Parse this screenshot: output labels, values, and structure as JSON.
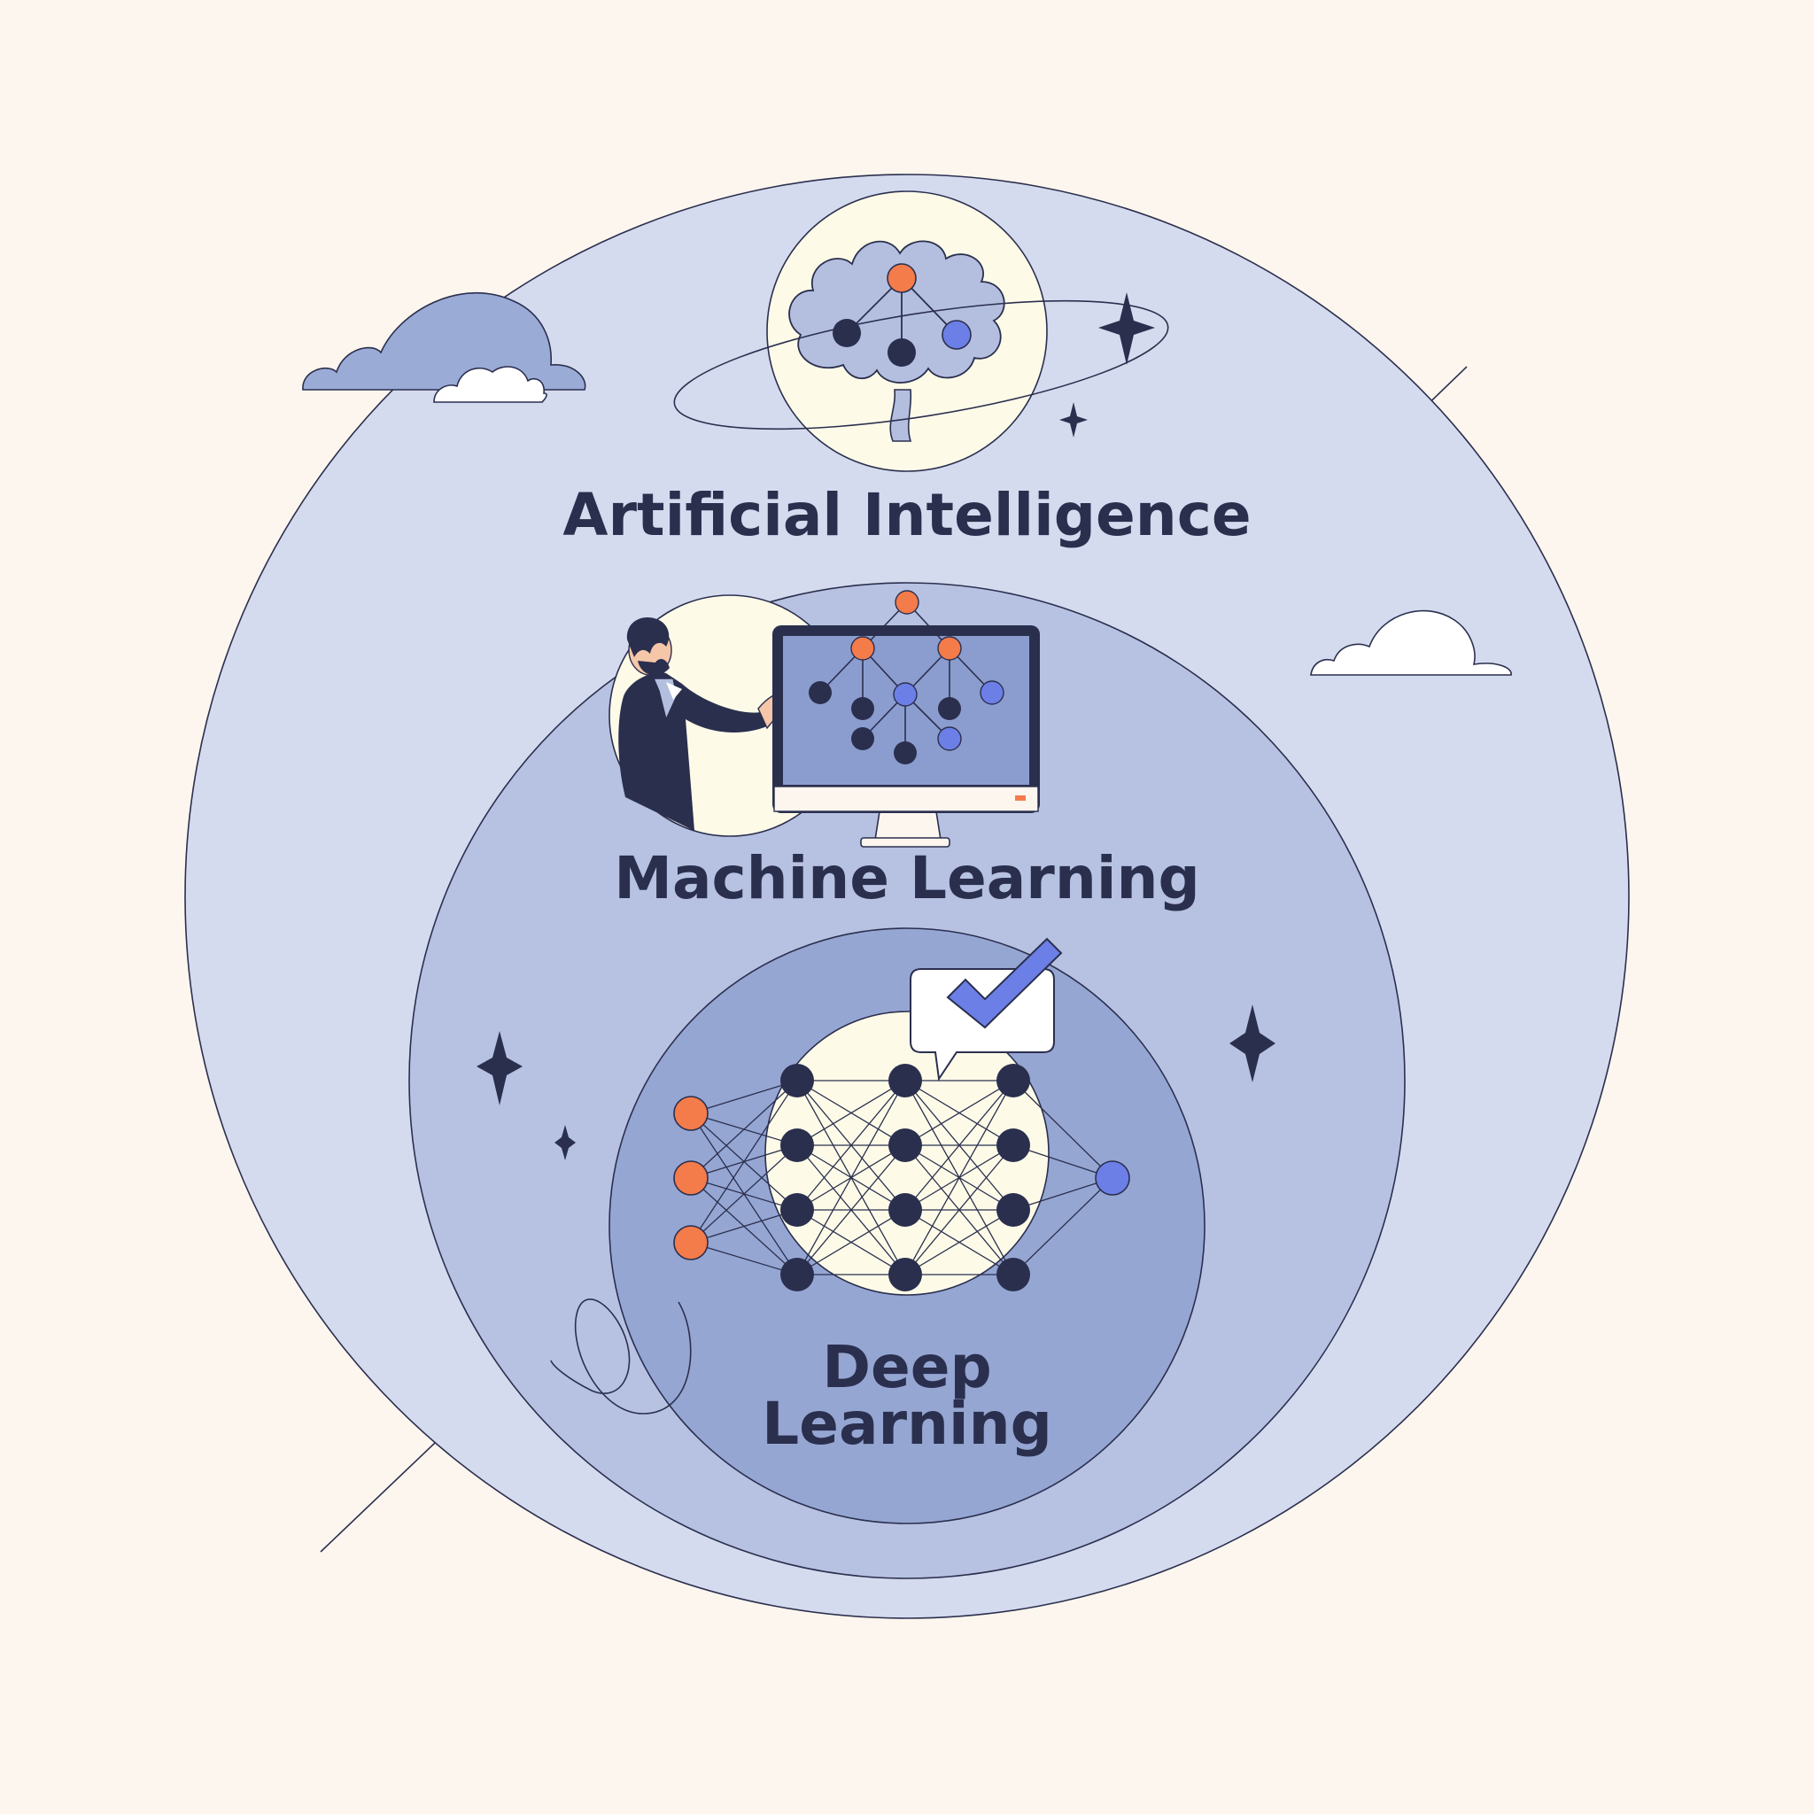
{
  "labels": {
    "ai": "Artificial Intelligence",
    "ml": "Machine Learning",
    "dl_line1": "Deep",
    "dl_line2": "Learning"
  },
  "colors": {
    "background": "#fdf6ee",
    "ai_circle": "#d5dbef",
    "ml_circle": "#b7c2e2",
    "dl_circle": "#95a6d3",
    "cream": "#fdfbe8",
    "ink": "#2b2f4e",
    "orange": "#f47b4a",
    "blue_node": "#6b7fe6",
    "brain": "#b4bfe0",
    "cloud_dark": "#9aabd6",
    "screen": "#8b9dcf",
    "check": "#6b7fe6"
  },
  "icons": {
    "ai": "brain-network-icon",
    "ml": "presenter-monitor-icon",
    "dl": "neural-network-icon",
    "approval": "checkmark-speech-bubble-icon"
  }
}
